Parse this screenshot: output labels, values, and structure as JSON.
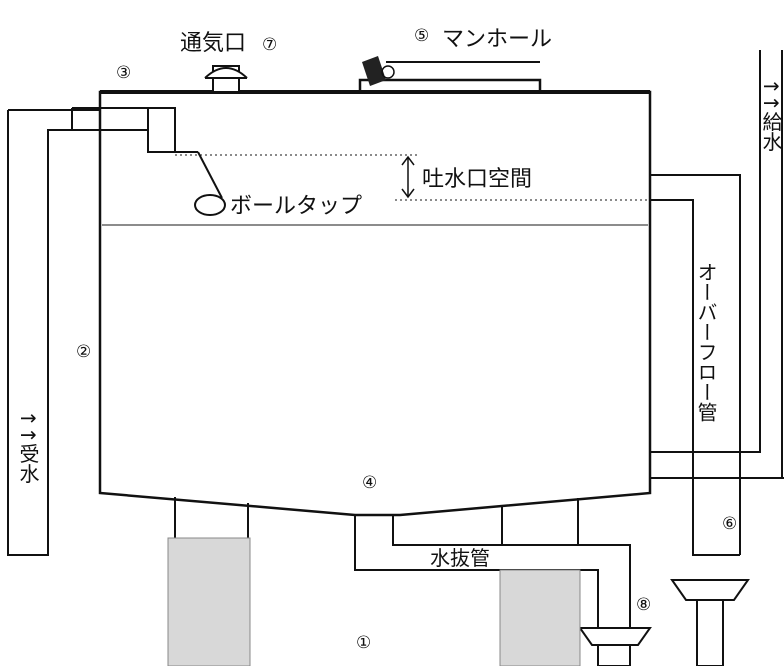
{
  "diagram": {
    "labels": {
      "vent": "通気口",
      "manhole": "マンホール",
      "air_gap": "吐水口空間",
      "ball_tap": "ボールタップ",
      "overflow_pipe": "オーバーフロー管",
      "drain_pipe": "水抜管",
      "inflow": "↑↑受水",
      "outflow": "↑↑給水"
    },
    "markers": {
      "m1": "①",
      "m2": "②",
      "m3": "③",
      "m4": "④",
      "m5": "⑤",
      "m6": "⑥",
      "m7": "⑦",
      "m8": "⑧"
    }
  }
}
